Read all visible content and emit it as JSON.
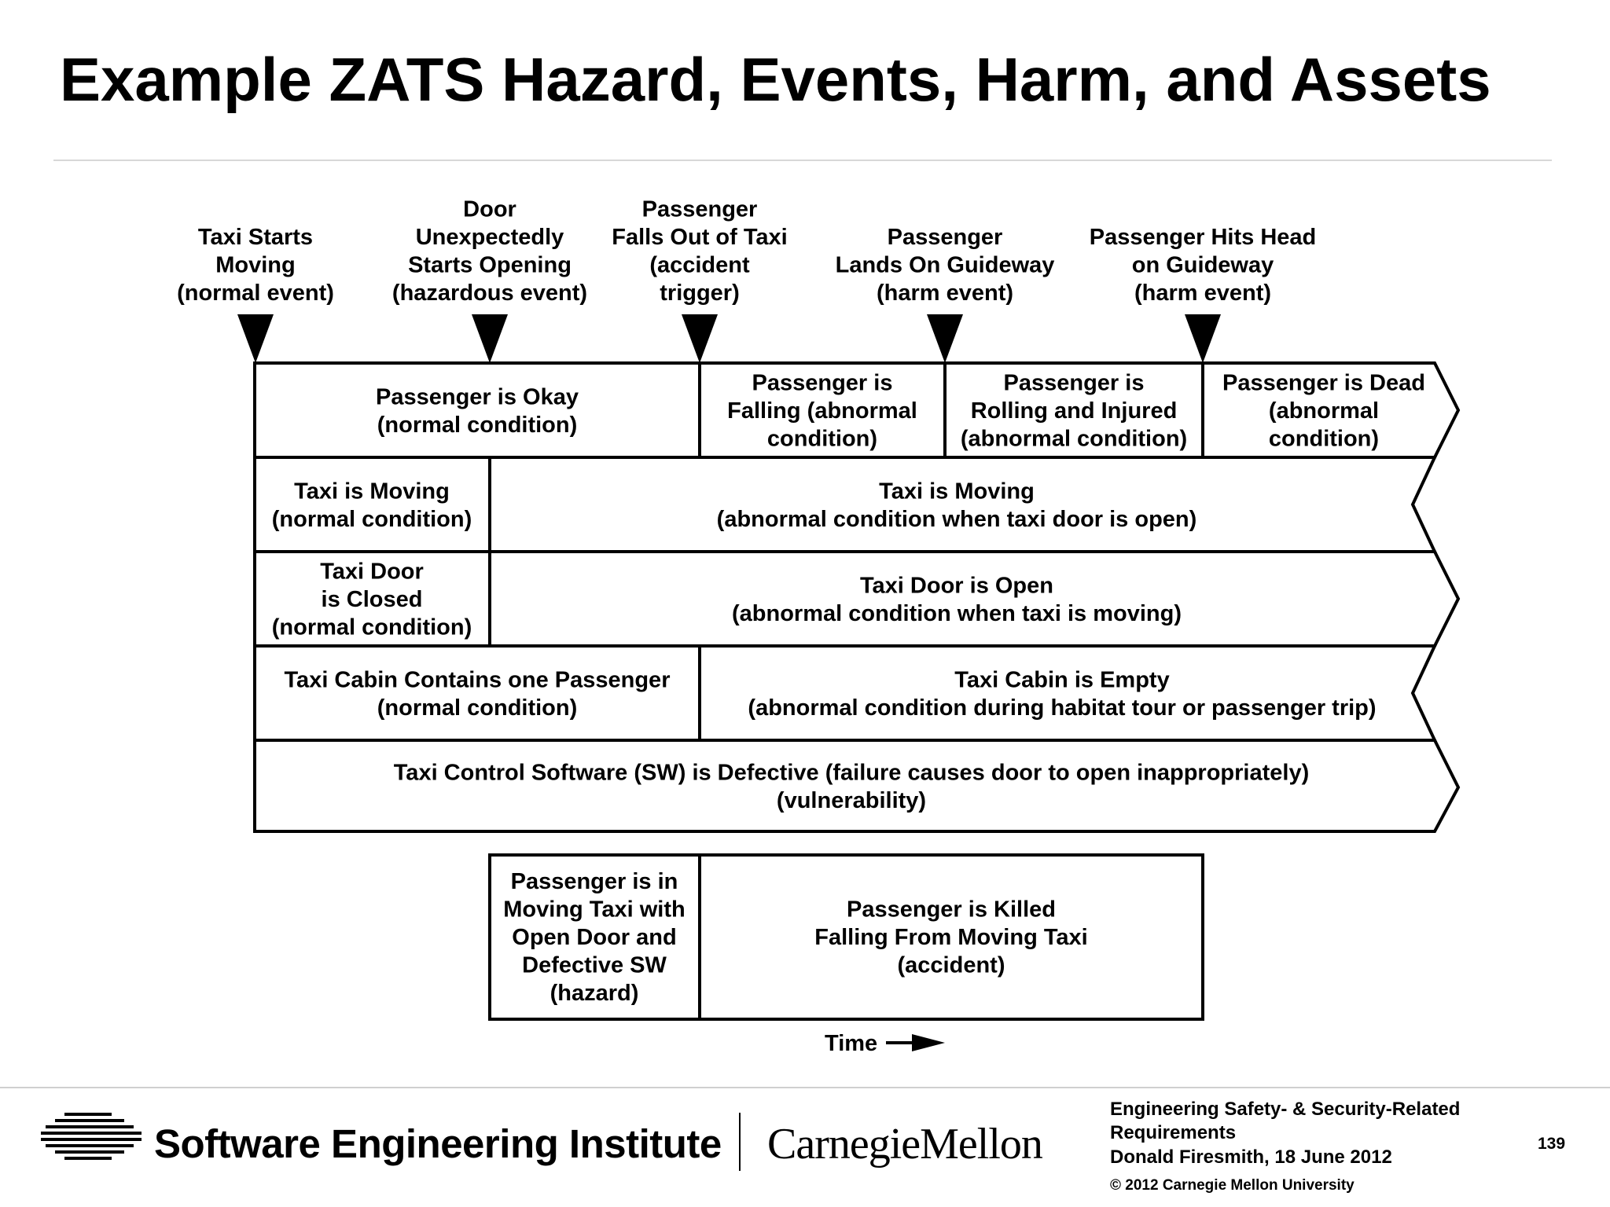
{
  "slide": {
    "title": "Example ZATS Hazard, Events, Harm, and Assets"
  },
  "events": [
    {
      "id": "taxi-starts",
      "lines": [
        "Taxi Starts",
        "Moving",
        "(normal event)"
      ]
    },
    {
      "id": "door-opening",
      "lines": [
        "Door",
        "Unexpectedly",
        "Starts Opening",
        "(hazardous event)"
      ]
    },
    {
      "id": "falls-out",
      "lines": [
        "Passenger",
        "Falls Out of Taxi",
        "(accident",
        "trigger)"
      ]
    },
    {
      "id": "lands",
      "lines": [
        "Passenger",
        "Lands On Guideway",
        "(harm event)"
      ]
    },
    {
      "id": "hits-head",
      "lines": [
        "Passenger Hits Head",
        "on Guideway",
        "(harm event)"
      ]
    }
  ],
  "conditions": [
    {
      "id": "passenger-okay",
      "lines": [
        "Passenger is Okay",
        "(normal condition)"
      ]
    },
    {
      "id": "passenger-falling",
      "lines": [
        "Passenger is",
        "Falling (abnormal",
        "condition)"
      ]
    },
    {
      "id": "passenger-rolling",
      "lines": [
        "Passenger is",
        "Rolling and Injured",
        "(abnormal condition)"
      ]
    },
    {
      "id": "passenger-dead",
      "lines": [
        "Passenger is Dead",
        "(abnormal",
        "condition)"
      ]
    },
    {
      "id": "taxi-moving-normal",
      "lines": [
        "Taxi is Moving",
        "(normal condition)"
      ]
    },
    {
      "id": "taxi-moving-abnormal",
      "lines": [
        "Taxi is Moving",
        "(abnormal condition when taxi door is open)"
      ]
    },
    {
      "id": "door-closed",
      "lines": [
        "Taxi Door",
        "is Closed",
        "(normal condition)"
      ]
    },
    {
      "id": "door-open",
      "lines": [
        "Taxi Door is Open",
        "(abnormal condition when taxi is moving)"
      ]
    },
    {
      "id": "cabin-one-passenger",
      "lines": [
        "Taxi Cabin Contains one Passenger",
        "(normal condition)"
      ]
    },
    {
      "id": "cabin-empty",
      "lines": [
        "Taxi Cabin is Empty",
        "(abnormal condition during habitat tour or passenger trip)"
      ]
    },
    {
      "id": "software-defective",
      "lines": [
        "Taxi Control Software (SW) is Defective (failure causes door to open inappropriately)",
        "(vulnerability)"
      ]
    }
  ],
  "summary": [
    {
      "id": "hazard",
      "lines": [
        "Passenger is in",
        "Moving Taxi with",
        "Open Door and",
        "Defective SW",
        "(hazard)"
      ]
    },
    {
      "id": "accident",
      "lines": [
        "Passenger is Killed",
        "Falling From Moving Taxi",
        "(accident)"
      ]
    }
  ],
  "time_label": "Time",
  "footer": {
    "institute": "Software Engineering Institute",
    "university": "CarnegieMellon",
    "course_line1": "Engineering Safety- & Security-Related",
    "course_line2": "Requirements",
    "author_date": "Donald Firesmith,  18 June 2012",
    "copyright": "© 2012 Carnegie Mellon University",
    "page_number": "139"
  }
}
